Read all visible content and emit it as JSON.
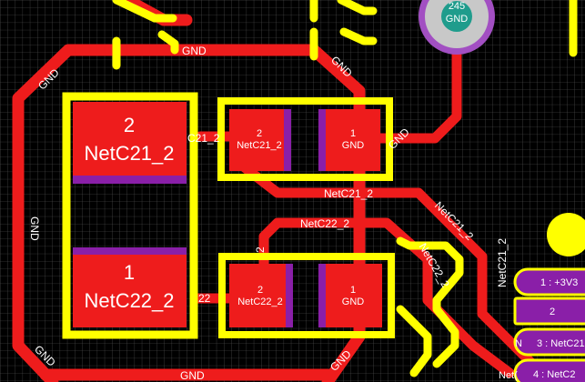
{
  "board": {
    "colors": {
      "background": "#000000",
      "grid": "#5a5a5a",
      "copper": "#ee1c1c",
      "silkscreen": "#ffff00",
      "pad_edge": "#8a1fa8",
      "via_ring": "#a24fc2",
      "via_hole": "#c8c8c8",
      "via_center": "#1f9c8c"
    },
    "nets": {
      "gnd_top": "GND",
      "gnd_left": "GND",
      "gnd_left2": "GND",
      "gnd_bottom": "GND",
      "gnd_bottom_left": "GND",
      "gnd_diag": "GND",
      "gnd_right": "GND",
      "gnd_bottom_right": "GND",
      "netc21_top": "NetC21_2",
      "netc21_right": "NetC21_2",
      "netc21_vert": "NetC21_2",
      "netc22_top": "NetC22_2",
      "netc22_diag": "NetC22_2",
      "left_stub_upper": "C21_2",
      "left_stub_lower": "22",
      "stub_2": "2"
    },
    "via": {
      "number": "245",
      "net": "GND"
    },
    "pads": {
      "big_top": {
        "number": "2",
        "net": "NetC21_2"
      },
      "big_bottom": {
        "number": "1",
        "net": "NetC22_2"
      },
      "c21_left": {
        "number": "2",
        "net": "NetC21_2"
      },
      "c21_right": {
        "number": "1",
        "net": "GND"
      },
      "c22_left": {
        "number": "2",
        "net": "NetC22_2"
      },
      "c22_right": {
        "number": "1",
        "net": "GND"
      }
    },
    "connector": {
      "pin1": "1 : +3V3",
      "pin2": "2",
      "pin3": "3 : NetC21",
      "pin4": "4 : NetC2",
      "frag_n": "N",
      "frag_netc": "Net("
    }
  }
}
